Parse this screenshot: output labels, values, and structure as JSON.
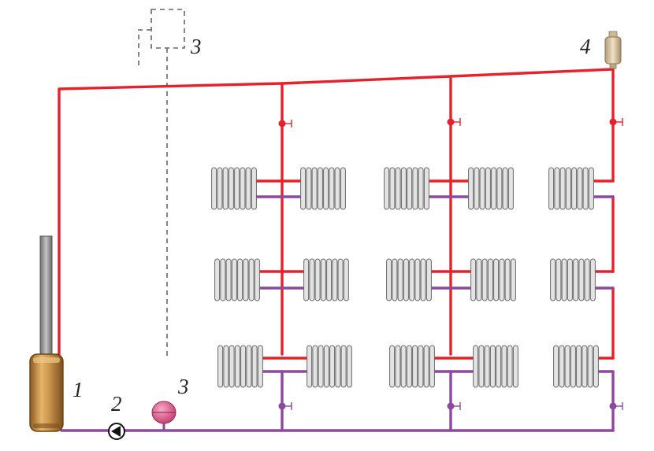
{
  "labels": {
    "boiler": "1",
    "pump": "2",
    "expansion_tank_open": "3",
    "expansion_tank_membrane": "3",
    "air_vent": "4"
  },
  "colors": {
    "supply_pipe": "#e8202a",
    "return_pipe": "#8e48a0",
    "dashed_line": "#666666",
    "radiator_fill": "#e3e3e3",
    "radiator_stroke": "#6a6a6a",
    "boiler_body": "#c8924a",
    "chimney": "#8c8c8c",
    "membrane_tank": "#e0608a",
    "air_vent": "#d9c7a6"
  },
  "icons": {
    "boiler": "boiler-icon",
    "pump": "circulation-pump-icon",
    "open_tank": "open-expansion-tank-icon",
    "membrane_tank": "membrane-expansion-tank-icon",
    "air_vent": "air-vent-icon",
    "valve": "valve-icon",
    "radiator": "radiator-icon"
  }
}
